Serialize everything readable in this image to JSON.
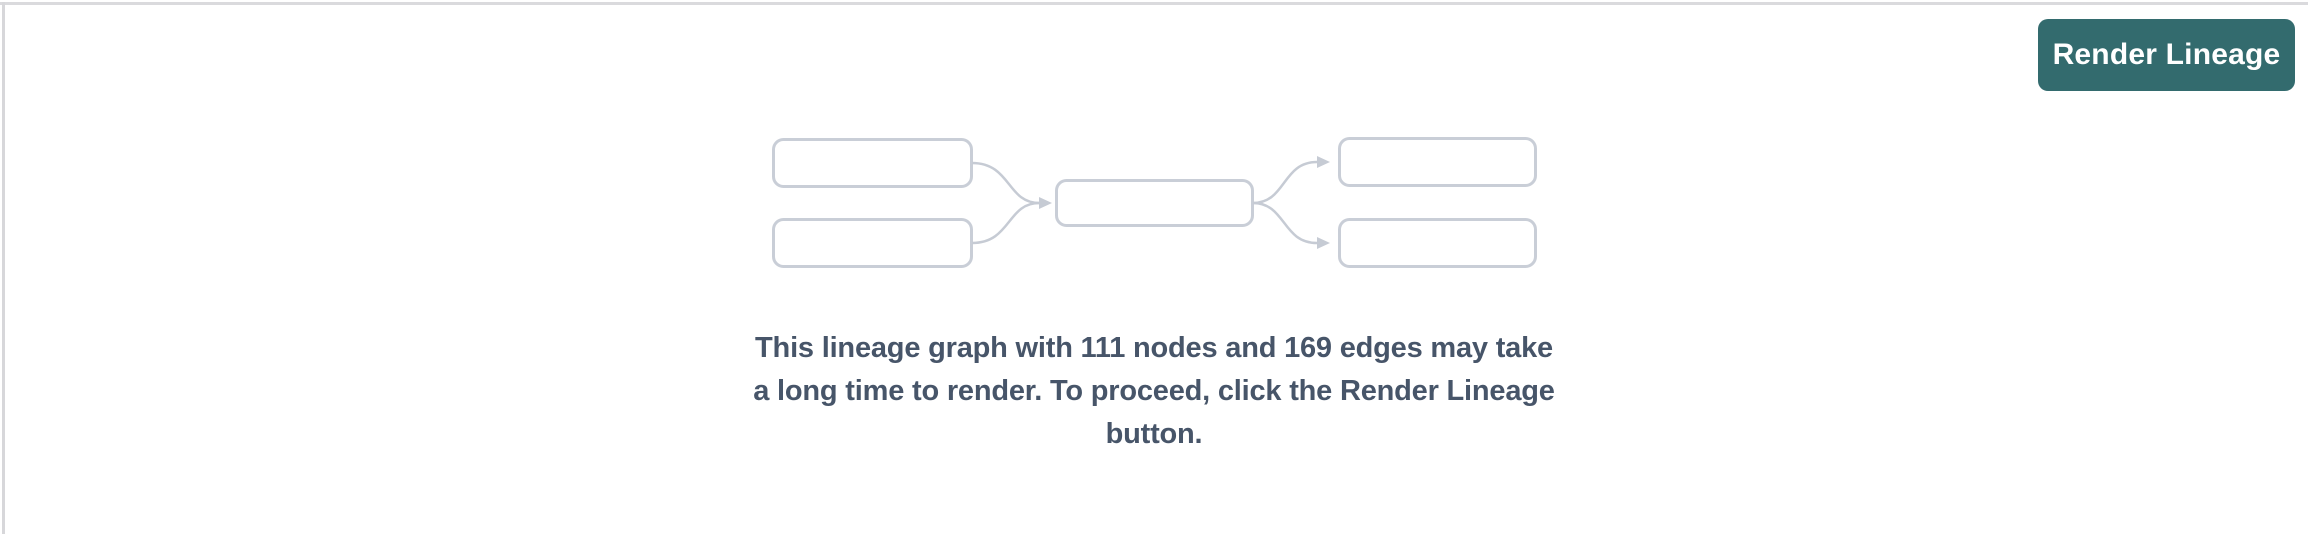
{
  "page": {
    "background": "#ffffff",
    "divider_color": "#d7d7da"
  },
  "toolbar": {
    "render_button_label": "Render Lineage",
    "render_button_color": "#336b6e",
    "render_button_text_color": "#ffffff"
  },
  "lineage_preview": {
    "nodes_count": 111,
    "edges_count": 169,
    "placeholder_graphic": "five-node-lineage-diagram",
    "box_border_color": "#c9ced7",
    "arrow_color": "#c6cbd4",
    "message": {
      "text": "This lineage graph with 111 nodes and 169 edges may take a long time to render. To proceed, click the Render Lineage button.",
      "lines": [
        "This lineage graph with 111 nodes and 169 edges may take",
        "a long time to render. To proceed, click the Render Lineage",
        "button."
      ],
      "color": "#475569"
    }
  }
}
